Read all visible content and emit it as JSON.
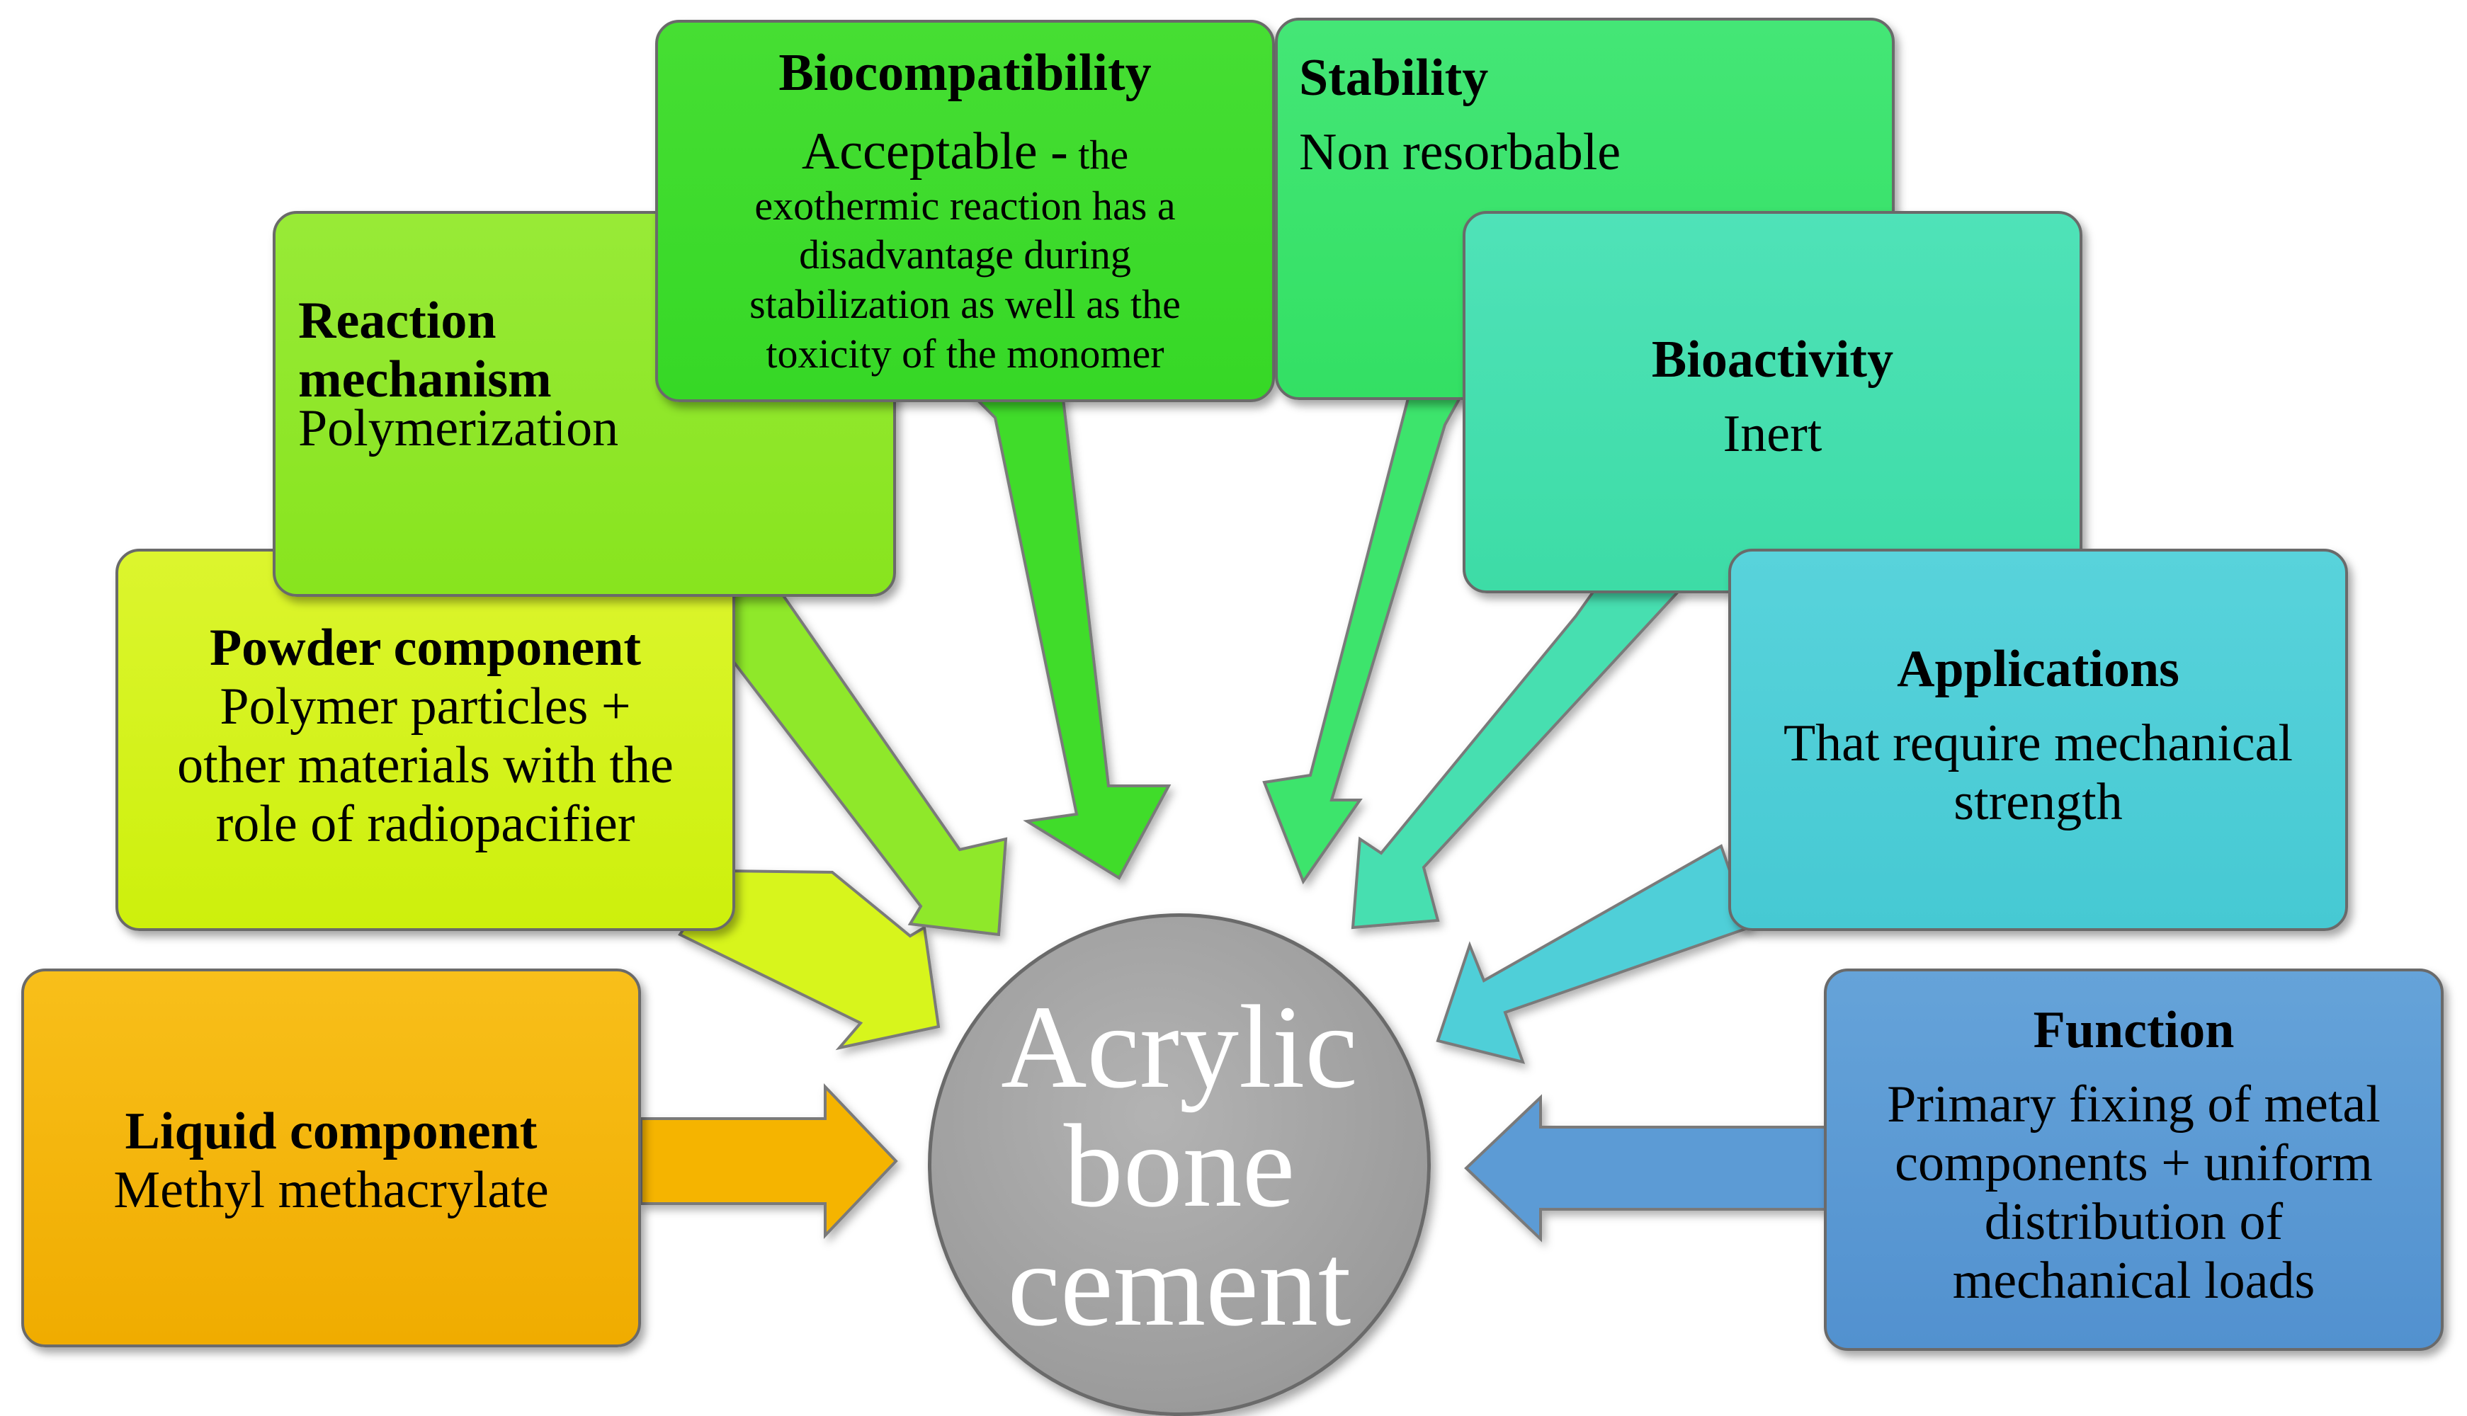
{
  "center": {
    "lines": [
      "Acrylic",
      "bone",
      "cement"
    ]
  },
  "boxes": {
    "liquid": {
      "title": "Liquid component",
      "text": "Methyl methacrylate"
    },
    "powder": {
      "title": "Powder component",
      "lines": [
        "Polymer particles +",
        "other materials with the",
        "role of radiopacifier"
      ]
    },
    "reaction": {
      "title_lines": [
        "Reaction",
        "mechanism"
      ],
      "text": "Polymerization"
    },
    "biocompat": {
      "title": "Biocompatibility",
      "lead": "Acceptable -",
      "lead_small": " the",
      "lines": [
        "exothermic reaction has a",
        "disadvantage during",
        "stabilization as well as the",
        "toxicity of the monomer"
      ]
    },
    "stability": {
      "title": "Stability",
      "text": "Non resorbable"
    },
    "bioactivity": {
      "title": "Bioactivity",
      "text": "Inert"
    },
    "applications": {
      "title": "Applications",
      "lines": [
        "That require mechanical",
        "strength"
      ]
    },
    "function": {
      "title": "Function",
      "lines": [
        "Primary fixing of metal",
        "components + uniform",
        "distribution of",
        "mechanical loads"
      ]
    }
  },
  "colors": {
    "liquid": "#f5b400",
    "powder": "#d7f51a",
    "reaction": "#8fe82a",
    "biocompat": "#3fdc2c",
    "stability": "#3ce46c",
    "bioactivity": "#47dfb0",
    "applications": "#4fcfd8",
    "function": "#5b9bd5",
    "center": "#a6a6a6"
  }
}
